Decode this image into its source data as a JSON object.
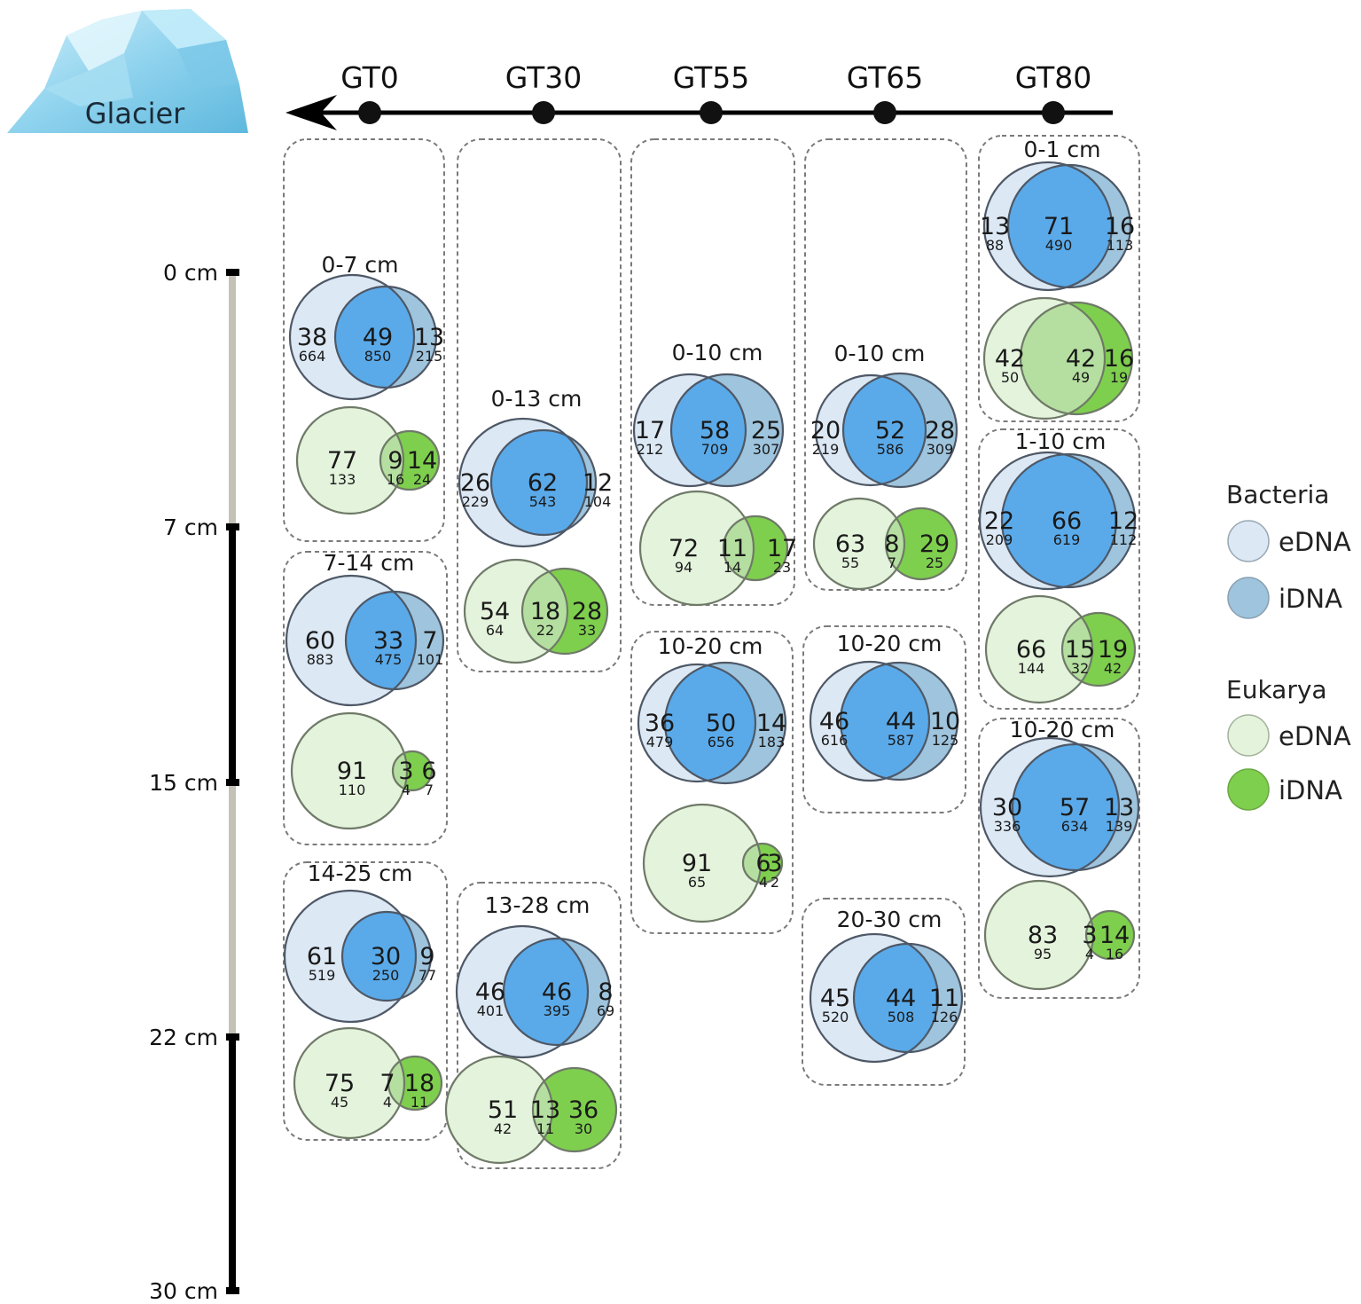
{
  "glacier_label": "Glacier",
  "sites": [
    "GT0",
    "GT30",
    "GT55",
    "GT65",
    "GT80"
  ],
  "scale_labels": [
    "0 cm",
    "7 cm",
    "15 cm",
    "22 cm",
    "30 cm"
  ],
  "legend": {
    "bacteria_title": "Bacteria",
    "eukarya_title": "Eukarya",
    "edna": "eDNA",
    "idna": "iDNA",
    "colors": {
      "bacteria_edna": "#dce8f4",
      "bacteria_idna_only": "#9fc4dd",
      "bacteria_overlap": "#5aaaea",
      "eukarya_edna": "#e4f3dc",
      "eukarya_idna_only": "#7fcf4e",
      "eukarya_overlap": "#b5dfa0"
    }
  },
  "venns": [
    {
      "depth": "0-7 cm",
      "bac": {
        "a": "38",
        "as": "664",
        "ab": "49",
        "abs": "850",
        "b": "13",
        "bs": "215"
      },
      "euk": {
        "a": "77",
        "as": "133",
        "ab": "9",
        "abs": "16",
        "b": "14",
        "bs": "24"
      }
    },
    {
      "depth": "7-14 cm",
      "bac": {
        "a": "60",
        "as": "883",
        "ab": "33",
        "abs": "475",
        "b": "7",
        "bs": "101"
      },
      "euk": {
        "a": "91",
        "as": "110",
        "ab": "3",
        "abs": "4",
        "b": "6",
        "bs": "7"
      }
    },
    {
      "depth": "14-25 cm",
      "bac": {
        "a": "61",
        "as": "519",
        "ab": "30",
        "abs": "250",
        "b": "9",
        "bs": "77"
      },
      "euk": {
        "a": "75",
        "as": "45",
        "ab": "7",
        "abs": "4",
        "b": "18",
        "bs": "11"
      }
    },
    {
      "depth": "0-13 cm",
      "bac": {
        "a": "26",
        "as": "229",
        "ab": "62",
        "abs": "543",
        "b": "12",
        "bs": "104"
      },
      "euk": {
        "a": "54",
        "as": "64",
        "ab": "18",
        "abs": "22",
        "b": "28",
        "bs": "33"
      }
    },
    {
      "depth": "13-28 cm",
      "bac": {
        "a": "46",
        "as": "401",
        "ab": "46",
        "abs": "395",
        "b": "8",
        "bs": "69"
      },
      "euk": {
        "a": "51",
        "as": "42",
        "ab": "13",
        "abs": "11",
        "b": "36",
        "bs": "30"
      }
    },
    {
      "depth": "0-10 cm",
      "bac": {
        "a": "17",
        "as": "212",
        "ab": "58",
        "abs": "709",
        "b": "25",
        "bs": "307"
      },
      "euk": {
        "a": "72",
        "as": "94",
        "ab": "11",
        "abs": "14",
        "b": "17",
        "bs": "23"
      }
    },
    {
      "depth": "10-20 cm",
      "bac": {
        "a": "36",
        "as": "479",
        "ab": "50",
        "abs": "656",
        "b": "14",
        "bs": "183"
      },
      "euk": {
        "a": "91",
        "as": "65",
        "ab": "6",
        "abs": "4",
        "b": "3",
        "bs": "2"
      }
    },
    {
      "depth": "0-10 cm",
      "bac": {
        "a": "20",
        "as": "219",
        "ab": "52",
        "abs": "586",
        "b": "28",
        "bs": "309"
      },
      "euk": {
        "a": "63",
        "as": "55",
        "ab": "8",
        "abs": "7",
        "b": "29",
        "bs": "25"
      }
    },
    {
      "depth": "10-20 cm",
      "bac": {
        "a": "46",
        "as": "616",
        "ab": "44",
        "abs": "587",
        "b": "10",
        "bs": "125"
      },
      "euk": null
    },
    {
      "depth": "20-30 cm",
      "bac": {
        "a": "45",
        "as": "520",
        "ab": "44",
        "abs": "508",
        "b": "11",
        "bs": "126"
      },
      "euk": null
    },
    {
      "depth": "0-1 cm",
      "bac": {
        "a": "13",
        "as": "88",
        "ab": "71",
        "abs": "490",
        "b": "16",
        "bs": "113"
      },
      "euk": {
        "a": "42",
        "as": "50",
        "ab": "42",
        "abs": "49",
        "b": "16",
        "bs": "19"
      }
    },
    {
      "depth": "1-10 cm",
      "bac": {
        "a": "22",
        "as": "209",
        "ab": "66",
        "abs": "619",
        "b": "12",
        "bs": "112"
      },
      "euk": {
        "a": "66",
        "as": "144",
        "ab": "15",
        "abs": "32",
        "b": "19",
        "bs": "42"
      }
    },
    {
      "depth": "10-20 cm",
      "bac": {
        "a": "30",
        "as": "336",
        "ab": "57",
        "abs": "634",
        "b": "13",
        "bs": "139"
      },
      "euk": {
        "a": "83",
        "as": "95",
        "ab": "3",
        "abs": "4",
        "b": "14",
        "bs": "16"
      }
    }
  ]
}
